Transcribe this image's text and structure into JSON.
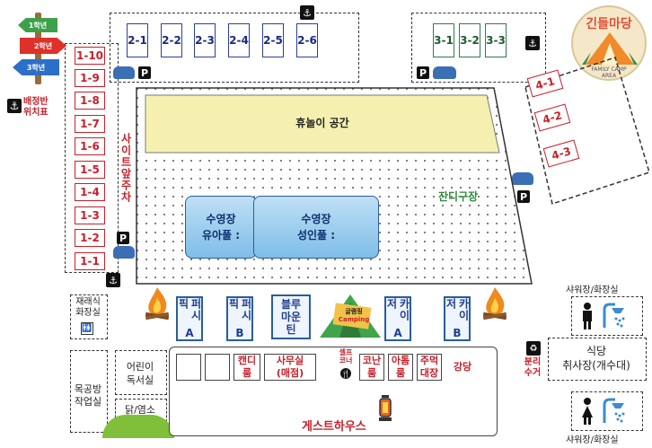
{
  "logo": {
    "title": "긴들마당",
    "sub1": "FAMILY CAMP",
    "sub2": "AREA"
  },
  "signpost": {
    "g1": "1학년",
    "g2": "2학년",
    "g3": "3학년"
  },
  "seating": {
    "label": "배정반\n위치표"
  },
  "left_sites": [
    "1-10",
    "1-9",
    "1-8",
    "1-7",
    "1-6",
    "1-5",
    "1-4",
    "1-3",
    "1-2",
    "1-1"
  ],
  "top_sites": [
    "2-1",
    "2-2",
    "2-3",
    "2-4",
    "2-5",
    "2-6"
  ],
  "right_top_sites": [
    "3-1",
    "3-2",
    "3-3"
  ],
  "right_sites": [
    "4-1",
    "4-2",
    "4-3"
  ],
  "parking": "P",
  "rest_area": "휴놀이 공간",
  "site_parking": "사이트앞주차",
  "grass": "잔디구장",
  "pool_kids": "수영장\n유아풀 :",
  "pool_adult": "수영장\n성인풀 :",
  "restroom_left": "재래식\n화장실",
  "woodshop": "목공방\n작업실",
  "reading": "어린이\n독서실",
  "chicken": "닭/염소",
  "tents": [
    {
      "label": "퍼시픽",
      "sub": "A"
    },
    {
      "label": "퍼시픽",
      "sub": "B"
    },
    {
      "label": "블루마운틴",
      "sub": ""
    },
    {
      "label": "카이저",
      "sub": "A"
    },
    {
      "label": "카이저",
      "sub": "B"
    }
  ],
  "glamping": "글램핑",
  "camping": "Camping",
  "rooms": [
    "캔디룸",
    "사무실\n(매점)",
    "코난룸",
    "아톰룸",
    "주먹대장",
    "강당"
  ],
  "snack": "셀프\n코너",
  "guesthouse": "게스트하우스",
  "recycling": "분리수거",
  "shower_top": "샤워장/화장실",
  "shower_bottom": "샤워장/화장실",
  "dining": "식당\n취사장(개수대)"
}
